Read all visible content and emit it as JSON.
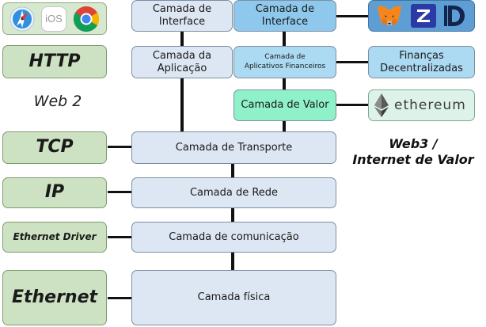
{
  "web2": {
    "label": "Web 2",
    "protocols": {
      "http": "HTTP",
      "tcp": "TCP",
      "ip": "IP",
      "ethernet_driver": "Ethernet Driver",
      "ethernet": "Ethernet"
    },
    "app_icons": [
      "safari-icon",
      "ios-icon",
      "chrome-icon"
    ],
    "ios_text": "iOS",
    "layers": {
      "interface": [
        "Camada de",
        "Interface"
      ],
      "application": [
        "Camada da",
        "Aplicação"
      ],
      "transport": "Camada de Transporte",
      "network": "Camada de Rede",
      "communication": "Camada de comunicação",
      "physical": "Camada física"
    }
  },
  "web3": {
    "title": [
      "Web3 /",
      "Internet de Valor"
    ],
    "layers": {
      "interface": [
        "Camada de",
        "Interface"
      ],
      "financial_apps": [
        "Camada de",
        "Aplicativos Financeiros"
      ],
      "value": "Camada de Valor"
    },
    "defi": [
      "Finanças",
      "Decentralizadas"
    ],
    "ethereum": "ethereum",
    "logos": [
      "metamask-fox-icon",
      "zerion-z-icon",
      "d-logo-icon"
    ]
  },
  "colors": {
    "web2_layer": "#dde7f3",
    "web3_interface": "#8ec8ec",
    "defi": "#acdaf2",
    "value_layer": "#8ef1c8",
    "protocol": "#cde2c2",
    "logo_panel": "#5d9fd4"
  }
}
